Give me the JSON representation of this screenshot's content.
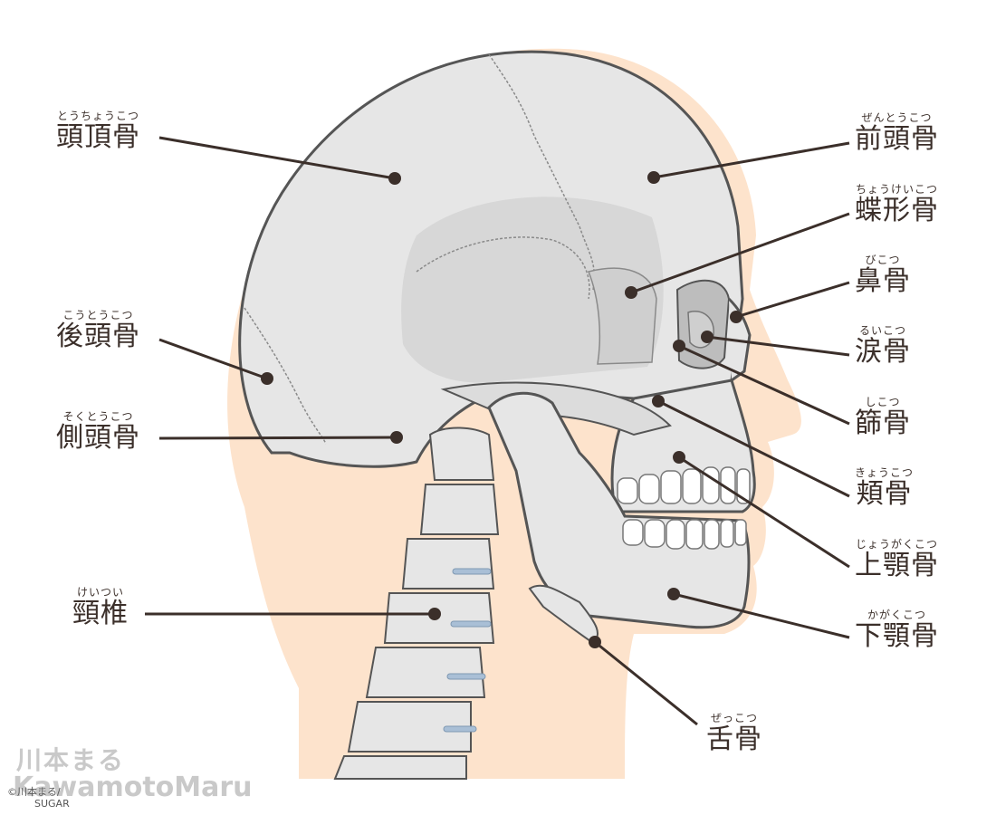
{
  "labels": {
    "parietal": {
      "ruby": "とうちょうこつ",
      "text": "頭頂骨"
    },
    "occipital": {
      "ruby": "こうとうこつ",
      "text": "後頭骨"
    },
    "temporal": {
      "ruby": "そくとうこつ",
      "text": "側頭骨"
    },
    "cervical": {
      "ruby": "けいつい",
      "text": "頸椎"
    },
    "frontal": {
      "ruby": "ぜんとうこつ",
      "text": "前頭骨"
    },
    "sphenoid": {
      "ruby": "ちょうけいこつ",
      "text": "蝶形骨"
    },
    "nasal": {
      "ruby": "びこつ",
      "text": "鼻骨"
    },
    "lacrimal": {
      "ruby": "るいこつ",
      "text": "涙骨"
    },
    "ethmoid": {
      "ruby": "しこつ",
      "text": "篩骨"
    },
    "zygomatic": {
      "ruby": "きょうこつ",
      "text": "頬骨"
    },
    "maxilla": {
      "ruby": "じょうがくこつ",
      "text": "上顎骨"
    },
    "mandible": {
      "ruby": "かがくこつ",
      "text": "下顎骨"
    },
    "hyoid": {
      "ruby": "ぜっこつ",
      "text": "舌骨"
    }
  },
  "watermark": {
    "line1": "川本まる",
    "line2": "KawamotoMaru"
  },
  "copyright": {
    "line1": "©川本まる/",
    "line2": "SUGAR"
  },
  "colors": {
    "skin": "#fde3cc",
    "bone": "#e6e6e6",
    "bone_shadow": "#d4d4d4",
    "outline": "#555555",
    "leader": "#3b2f2a"
  }
}
